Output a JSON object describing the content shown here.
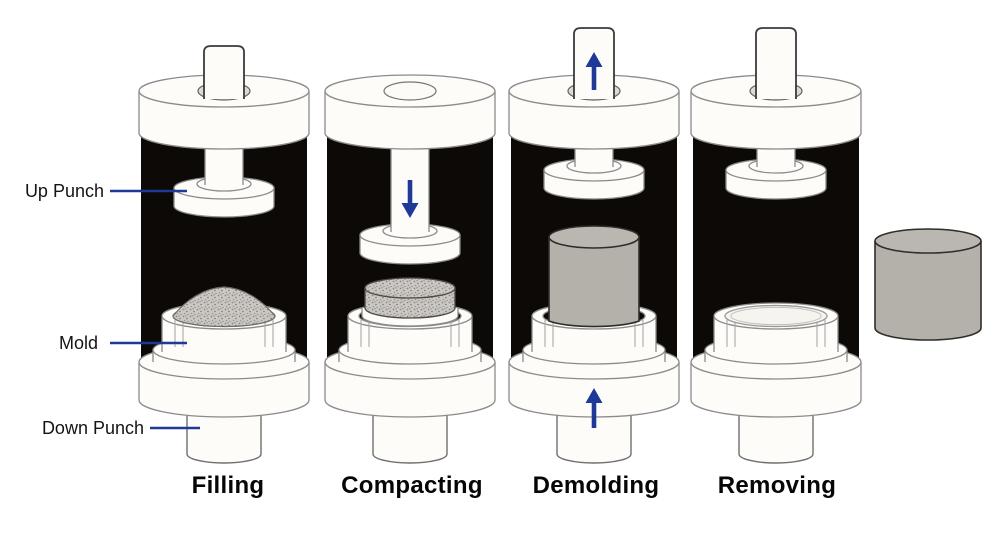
{
  "part_labels": {
    "up_punch": "Up Punch",
    "mold": "Mold",
    "down_punch": "Down Punch"
  },
  "stages": [
    {
      "name": "filling",
      "caption": "Filling"
    },
    {
      "name": "compacting",
      "caption": "Compacting"
    },
    {
      "name": "demolding",
      "caption": "Demolding"
    },
    {
      "name": "removing",
      "caption": "Removing"
    }
  ],
  "colors": {
    "accent_blue": "#1e3a96",
    "die_black": "#0c0906",
    "part_gray": "#b4b0aa",
    "powder_base": "#cbc8c3",
    "outline_gray": "#8b8b8b",
    "white_part": "#fdfcf9"
  }
}
